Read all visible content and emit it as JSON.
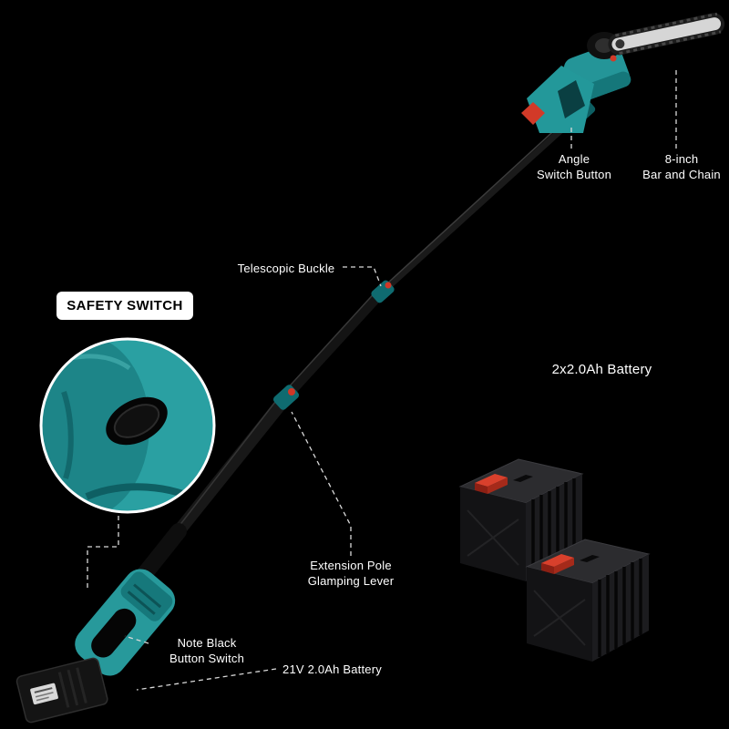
{
  "scene": {
    "background": "#000000",
    "text_color": "#ffffff",
    "product_teal": "#2aa0a2",
    "accent_red": "#d23a28",
    "bar_silver": "#d6d6d6"
  },
  "callouts": {
    "angle_switch": {
      "line1": "Angle",
      "line2": "Switch Button"
    },
    "bar_and_chain": {
      "line1": "8-inch",
      "line2": "Bar and Chain"
    },
    "telescopic_buckle": {
      "line1": "Telescopic Buckle"
    },
    "safety_switch": {
      "title": "SAFETY SWITCH"
    },
    "battery_count": {
      "line1": "2x2.0Ah Battery"
    },
    "extension_pole_lever": {
      "line1": "Extension Pole",
      "line2": "Glamping Lever"
    },
    "note_black_button": {
      "line1": "Note Black",
      "line2": "Button Switch"
    },
    "battery_spec": {
      "line1": "21V 2.0Ah Battery"
    }
  }
}
